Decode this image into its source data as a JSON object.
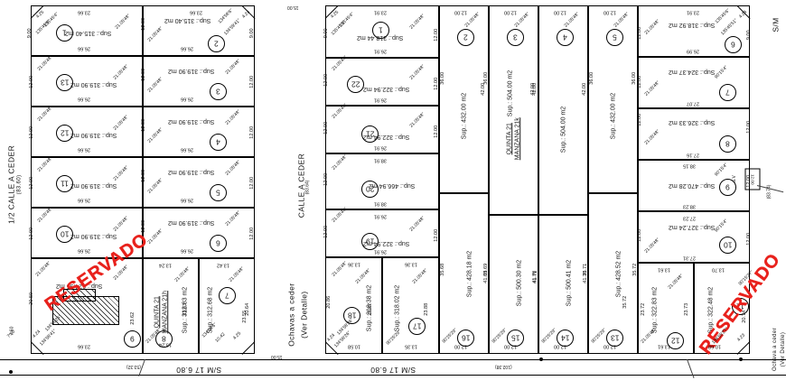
{
  "document": {
    "kind": "cadastral-subdivision-plan",
    "orientation_note": "plan text printed rotated 180 degrees"
  },
  "streets": {
    "left": {
      "label": "1/2 CALLE A CEDER",
      "dimension": "(83.60)"
    },
    "middle": {
      "label": "CALLE A CEDER",
      "dimension": "(83.64)"
    },
    "right_edge": {
      "label": "S/M",
      "dimension": "(83.74)"
    },
    "bottom_left": {
      "label": "S/M 17 6.80",
      "dimension": "(53.32)"
    },
    "bottom_right": {
      "label": "S/M 17 6.80",
      "dimension": "(102.38)"
    },
    "top_gap": "15.00"
  },
  "notes": {
    "ochavas_left": {
      "line1": "Ochavas a ceder",
      "line2": "(Ver Detalle)",
      "dim": "15.00"
    },
    "ochava_right": {
      "line1": "Ochava a ceder",
      "line2": "(Ver Detalle)"
    },
    "esv": {
      "label": "E.S.V",
      "dim": "12.00"
    }
  },
  "stamps": {
    "reservado_label": "RESERVADO",
    "color": "#e8211c"
  },
  "block_left": {
    "quinta": "QUINTA 21",
    "manzana": "MANZANA 21h",
    "lots": [
      {
        "n": "1",
        "area": "Sup.: 315.40 m2",
        "front": "26.66",
        "back": "23.66",
        "side_a": "12.00",
        "side_b": "9.00",
        "diag": "21.05'48\"",
        "corner": [
          "4.25",
          "135'45'4\"",
          "135'45'6\""
        ]
      },
      {
        "n": "2",
        "area": "Sup.: 315.40 m2",
        "front": "26.66",
        "back": "23.66",
        "side_a": "12.00",
        "side_b": "9.00",
        "diag": "21.05'48\"",
        "corner": [
          "4.24",
          "134'58'6\"",
          "134'59'41\""
        ]
      },
      {
        "n": "3",
        "area": "Sup.: 319.90 m2",
        "front": "26.66",
        "back": "26.66",
        "side_a": "12.00",
        "side_b": "12.00",
        "diag": "21.05'48\""
      },
      {
        "n": "4",
        "area": "Sup.: 319.90 m2",
        "front": "26.66",
        "back": "26.66",
        "side_a": "12.00",
        "side_b": "12.00",
        "diag": "21.05'48\""
      },
      {
        "n": "5",
        "area": "Sup.: 319.90 m2",
        "front": "26.66",
        "back": "26.66",
        "side_a": "12.00",
        "side_b": "12.00",
        "diag": "21.05'48\""
      },
      {
        "n": "6",
        "area": "Sup.: 319.90 m2",
        "front": "26.66",
        "back": "26.66",
        "side_a": "12.00",
        "side_b": "12.00",
        "diag": "21.05'48\""
      },
      {
        "n": "7",
        "area": "Sup.: 312.68 m2",
        "front": "13.42",
        "back": "20.64",
        "side_a": "23.55",
        "diag": "21.05'48\"",
        "corner": [
          "4.25",
          "134'58'6\"",
          "10.42"
        ]
      },
      {
        "n": "8",
        "area": "Sup.: 312.83 m2",
        "front": "13.24",
        "back": "13.24",
        "side_a": "23.63",
        "diag": "21.05'48\""
      },
      {
        "n": "9",
        "area": "Sup.: 624.95 m2",
        "front": "23.66",
        "back": "23.66",
        "side_a": "20.50",
        "side_b": "23.62",
        "diag": "21.05'48\"",
        "corner": [
          "4.24",
          "134'58'26\"",
          "134'58'41\"",
          "7.60"
        ]
      },
      {
        "n": "10",
        "area": "Sup.: 319.90 m2",
        "front": "26.66",
        "back": "26.66",
        "side_a": "12.00",
        "diag": "21.05'48\""
      },
      {
        "n": "11",
        "area": "Sup.: 319.90 m2",
        "front": "26.66",
        "back": "26.66",
        "side_a": "12.00",
        "diag": "21.05'48\""
      },
      {
        "n": "12",
        "area": "Sup.: 319.90 m2",
        "front": "26.66",
        "back": "26.66",
        "side_a": "12.00",
        "diag": "21.05'48\""
      },
      {
        "n": "13",
        "area": "Sup.: 319.90 m2",
        "front": "26.66",
        "back": "26.66",
        "side_a": "12.00",
        "diag": "21.05'48\""
      }
    ]
  },
  "block_right": {
    "quinta": "QUINTA 21",
    "manzana": "MANZANA 21k",
    "lots": [
      {
        "n": "1",
        "area": "Sup.: 318.44 m2",
        "front": "26.91",
        "back": "23.91",
        "side_a": "12.00",
        "side_b": "9.00",
        "diag": "21.05'48\"",
        "corner": [
          "4.25",
          "135'45'4\"",
          "135'45'6\""
        ]
      },
      {
        "n": "2",
        "area": "Sup.: 432.00 m2",
        "front": "12.00",
        "side_a": "36.00",
        "side_b": "36.00",
        "diag": "21.05'48\""
      },
      {
        "n": "3",
        "area": "Sup.: 504.00 m2",
        "front": "12.00",
        "side_a": "42.00",
        "side_b": "42.00",
        "diag": "21.05'48\""
      },
      {
        "n": "4",
        "area": "Sup.: 504.00 m2",
        "front": "12.00",
        "side_a": "42.00",
        "side_b": "42.00",
        "diag": "21.05'48\""
      },
      {
        "n": "5",
        "area": "Sup.: 432.00 m2",
        "front": "12.00",
        "side_a": "36.00",
        "side_b": "36.00",
        "diag": "21.05'48\""
      },
      {
        "n": "6",
        "area": "Sup.: 318.92 m2",
        "front": "26.99",
        "back": "23.91",
        "side_a": "12.00",
        "side_b": "9.00",
        "diag": "21.05'48\"",
        "corner": [
          "4.24",
          "135'45'6\"",
          "135'45'51\""
        ]
      },
      {
        "n": "7",
        "area": "Sup.: 324.37 m2",
        "front": "27.07",
        "back": "26.99",
        "side_a": "12.00",
        "side_b": "12.00",
        "diag": "21.05'48\"",
        "ang": "90'15'4\""
      },
      {
        "n": "8",
        "area": "Sup.: 326.33 m2",
        "front": "27.16",
        "back": "27.07",
        "side_a": "12.00",
        "side_b": "12.00",
        "diag": "21.05'48\""
      },
      {
        "n": "9",
        "area": "Sup.: 470.28 m2",
        "front": "38.23",
        "back": "38.15",
        "side_a": "12.00",
        "diag": "90'15'4\""
      },
      {
        "n": "10",
        "area": "Sup.: 327.24 m2",
        "front": "27.31",
        "back": "27.23",
        "side_a": "12.00",
        "side_b": "12.00",
        "diag": "21.05'48\"",
        "ang": "90'15'4\""
      },
      {
        "n": "11",
        "area": "Sup.: 322.48 m2",
        "front": "10.68",
        "back": "13.70",
        "side_a": "20.74",
        "diag": "90'15'27\"",
        "corner": [
          "4.23",
          "134'55'27\""
        ]
      },
      {
        "n": "12",
        "area": "Sup.: 322.83 m2",
        "front": "13.61",
        "back": "13.61",
        "side_a": "23.72",
        "side_b": "23.73",
        "diag": "21.05'48\"",
        "ang": "35.72"
      },
      {
        "n": "13",
        "area": "Sup.: 428.52 m2",
        "front": "12.00",
        "side_a": "35.71",
        "side_b": "35.72",
        "diag": "90'25'29\""
      },
      {
        "n": "14",
        "area": "Sup.: 500.41 m2",
        "front": "12.00",
        "side_a": "41.71",
        "side_b": "41.70",
        "diag": "90'25'29\""
      },
      {
        "n": "15",
        "area": "Sup.: 500.30 m2",
        "front": "12.00",
        "side_a": "41.69",
        "side_b": "41.70",
        "diag": "90'25'29\""
      },
      {
        "n": "16",
        "area": "Sup.: 428.18 m2",
        "front": "12.00",
        "side_a": "35.68",
        "side_b": "35.69",
        "diag": "90'25'29\""
      },
      {
        "n": "17",
        "area": "Sup.: 318.02 m2",
        "front": "13.35",
        "back": "13.36",
        "side_a": "23.88",
        "diag": "21.05'48\"",
        "ang": "90'25'29\""
      },
      {
        "n": "18",
        "area": "Sup.: 318.38 m2",
        "front": "10.58",
        "back": "13.36",
        "side_a": "20.86",
        "side_b": "23.87",
        "diag": "21.05'48\"",
        "corner": [
          "4.24",
          "134'58'26\"",
          "134'58'26\""
        ]
      },
      {
        "n": "19",
        "area": "Sup.: 322.94 m2",
        "front": "26.91",
        "back": "26.91",
        "side_a": "12.00",
        "side_b": "12.00",
        "diag": "21.05'48\""
      },
      {
        "n": "20",
        "area": "Sup.: 466.94 m2",
        "front": "38.91",
        "back": "38.91",
        "side_a": "12.00",
        "diag": "21.05'48\""
      },
      {
        "n": "21",
        "area": "Sup.: 322.94 m2",
        "front": "26.91",
        "back": "26.91",
        "side_a": "12.00",
        "side_b": "12.00",
        "diag": "21.05'48\""
      },
      {
        "n": "22",
        "area": "Sup.: 322.94 m2",
        "front": "26.91",
        "back": "26.91",
        "side_a": "12.00",
        "side_b": "12.00",
        "diag": "21.05'48\""
      }
    ]
  }
}
